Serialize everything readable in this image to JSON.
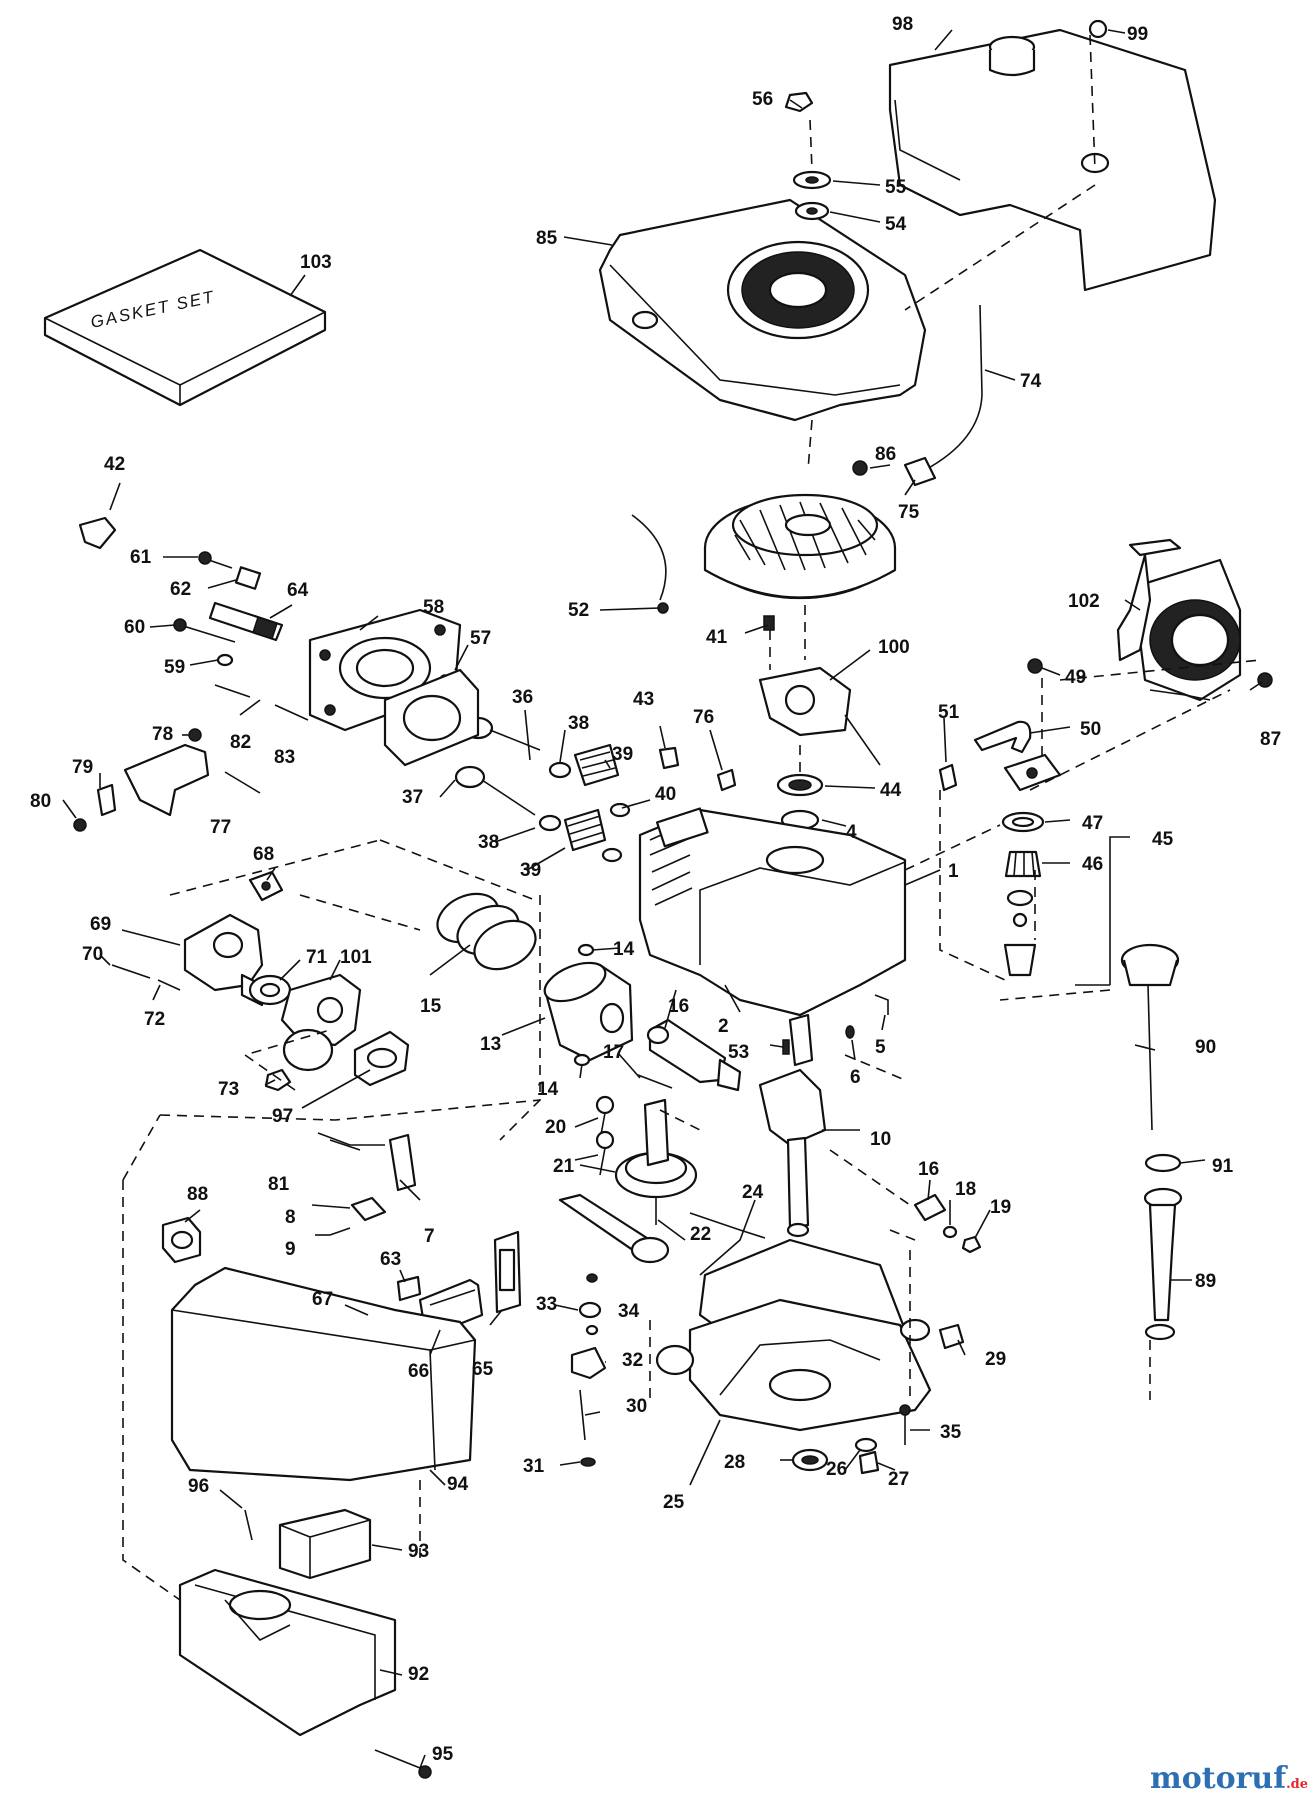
{
  "diagram": {
    "gasket_set_text": "GASKET SET",
    "callouts": [
      "1",
      "2",
      "4",
      "5",
      "6",
      "7",
      "8",
      "9",
      "10",
      "13",
      "14",
      "14",
      "15",
      "16",
      "16",
      "17",
      "18",
      "19",
      "20",
      "21",
      "22",
      "24",
      "25",
      "26",
      "27",
      "28",
      "29",
      "30",
      "31",
      "32",
      "33",
      "34",
      "35",
      "36",
      "37",
      "38",
      "38",
      "39",
      "39",
      "40",
      "41",
      "42",
      "43",
      "44",
      "45",
      "46",
      "47",
      "49",
      "50",
      "51",
      "52",
      "53",
      "54",
      "55",
      "56",
      "57",
      "58",
      "59",
      "60",
      "61",
      "62",
      "63",
      "64",
      "65",
      "66",
      "67",
      "68",
      "69",
      "70",
      "71",
      "72",
      "73",
      "74",
      "75",
      "76",
      "77",
      "78",
      "79",
      "80",
      "81",
      "82",
      "83",
      "85",
      "86",
      "87",
      "88",
      "89",
      "90",
      "91",
      "92",
      "93",
      "94",
      "95",
      "96",
      "97",
      "98",
      "99",
      "100",
      "101",
      "102",
      "103"
    ]
  },
  "watermark": {
    "brand": "motoruf",
    "suffix": ".de"
  }
}
